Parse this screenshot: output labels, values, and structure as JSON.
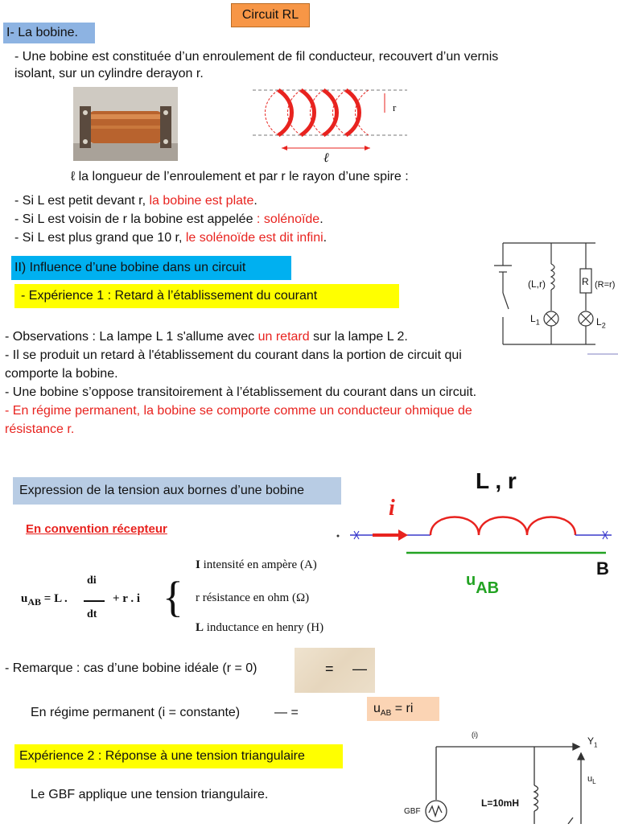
{
  "title": "Circuit RL",
  "section1": {
    "heading": "I- La bobine.",
    "line1": "- Une bobine est constituée d’un enroulement de fil conducteur, recouvert d’un vernis",
    "line2": "isolant, sur un cylindre derayon r.",
    "coil_r_label": "r",
    "coil_l_label": "ℓ",
    "caption": "ℓ la longueur de l’enroulement et par r le rayon d’une spire :",
    "b1_a": "- Si L est petit devant r, ",
    "b1_b": "la bobine est plate",
    "b1_c": ".",
    "b2_a": "- Si L est voisin de r la bobine est appelée ",
    "b2_b": ": solénoïde",
    "b2_c": ".",
    "b3_a": "- Si L est plus grand que 10 r, ",
    "b3_b": "le solénoïde est dit infini",
    "b3_c": "."
  },
  "section2": {
    "heading": "II) Influence d’une bobine dans un circuit",
    "exp1": "- Expérience 1 : Retard à l’établissement du courant",
    "circuit": {
      "lr": "(L,r)",
      "R": "R",
      "req": "(R=r)",
      "l1": "L",
      "l1_sub": "1",
      "l2": "L",
      "l2_sub": "2"
    },
    "obs1_a": "- Observations : La lampe L 1 s'allume avec ",
    "obs1_b": "un retard",
    "obs1_c": " sur la lampe L 2.",
    "obs2": "- Il se produit un retard à l'établissement du courant dans la portion de circuit qui",
    "obs3": "comporte la bobine.",
    "obs4": "- Une bobine s’oppose transitoirement à l’établissement du courant dans un circuit.",
    "obs5": "- En régime permanent, la bobine se comporte comme un conducteur ohmique de",
    "obs6": "résistance r."
  },
  "expression": {
    "heading": "Expression de la tension aux bornes d’une bobine",
    "convention": "En convention récepteur",
    "lr_label": "L , r",
    "i_label": "i",
    "b_label": "B",
    "uab_u": "u",
    "uab_sub": "AB",
    "formula": {
      "u": "u",
      "sub": "AB",
      "eq": " = L . ",
      "num": "di",
      "den": "dt",
      "rest": "+  r . i",
      "brace": "{"
    },
    "def1_b": "I",
    "def1": "  intensité en ampère (A)",
    "def2": "r résistance en ohm (Ω)",
    "def3_b": "L",
    "def3": " inductance en henry (H)"
  },
  "remarks": {
    "remarque": "- Remarque : cas d’une bobine idéale (r = 0)",
    "ideal_eq": "=",
    "ideal_dash": "—",
    "regime": "En régime permanent    (i = constante)",
    "regime_tail": "— =",
    "uab_box_u": "u",
    "uab_box_sub": "AB",
    "uab_box_rest": " =   ri"
  },
  "exp2": {
    "heading": "Expérience 2 : Réponse à une tension triangulaire",
    "gbf_text": "Le GBF applique une tension triangulaire.",
    "circuit": {
      "i": "(i)",
      "y1": "Y",
      "y1_sub": "1",
      "ul": "u",
      "ul_sub": "L",
      "inductance": "L=10mH",
      "gbf": "GBF"
    }
  }
}
